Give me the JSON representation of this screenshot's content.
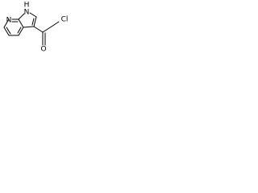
{
  "structure": {
    "atoms": {
      "nh_label": "H",
      "n_pyrrole_label": "N",
      "n_pyridine_label": "N",
      "chlorine_label": "Cl",
      "oxygen_label": "O"
    },
    "colors": {
      "bond": "#000000",
      "label": "#000000",
      "background": "#ffffff"
    }
  }
}
